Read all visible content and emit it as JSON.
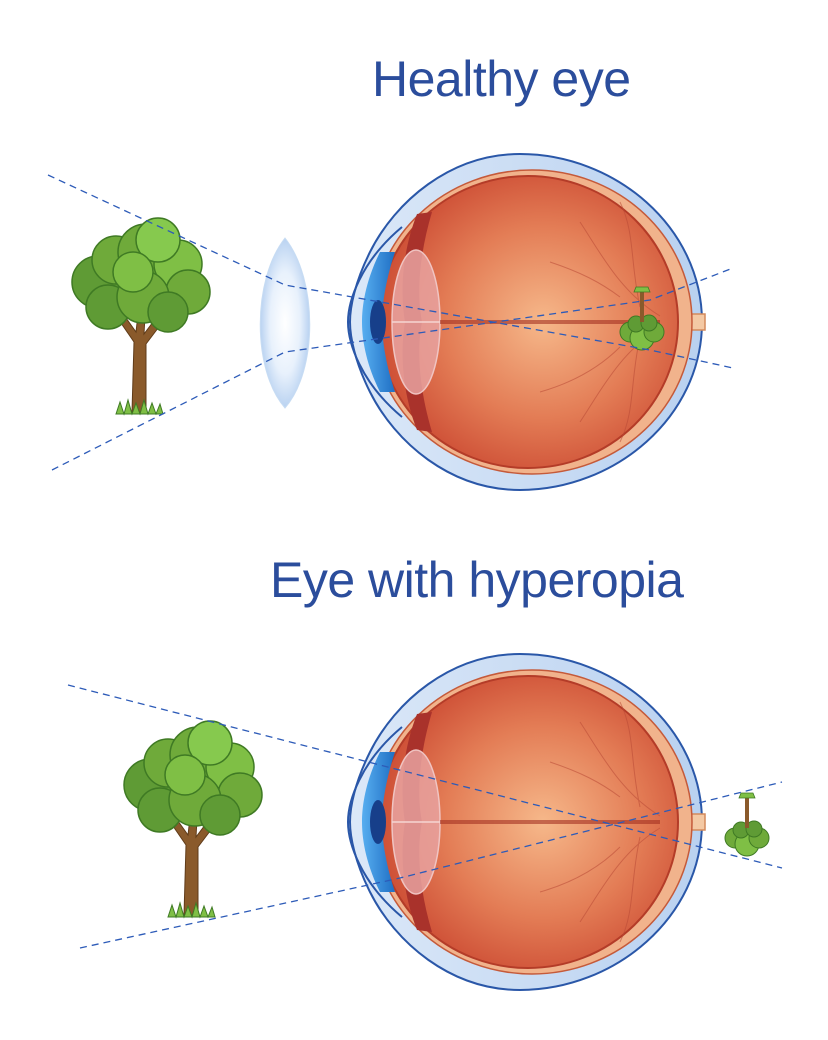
{
  "titles": {
    "healthy": "Healthy eye",
    "hyperopia": "Eye with hyperopia"
  },
  "colors": {
    "title": "#2b4d9c",
    "ray": "#2d5bb8",
    "sclera": "#c9dcf3",
    "eye_interior": "#d1573d",
    "retina_rim": "#f1b38c",
    "iris": "#2e8ee0",
    "tree_foliage": "#6faa3a"
  },
  "panels": [
    {
      "id": "healthy-eye",
      "image_focus": "on-retina"
    },
    {
      "id": "hyperopia-eye",
      "image_focus": "behind-retina"
    }
  ]
}
